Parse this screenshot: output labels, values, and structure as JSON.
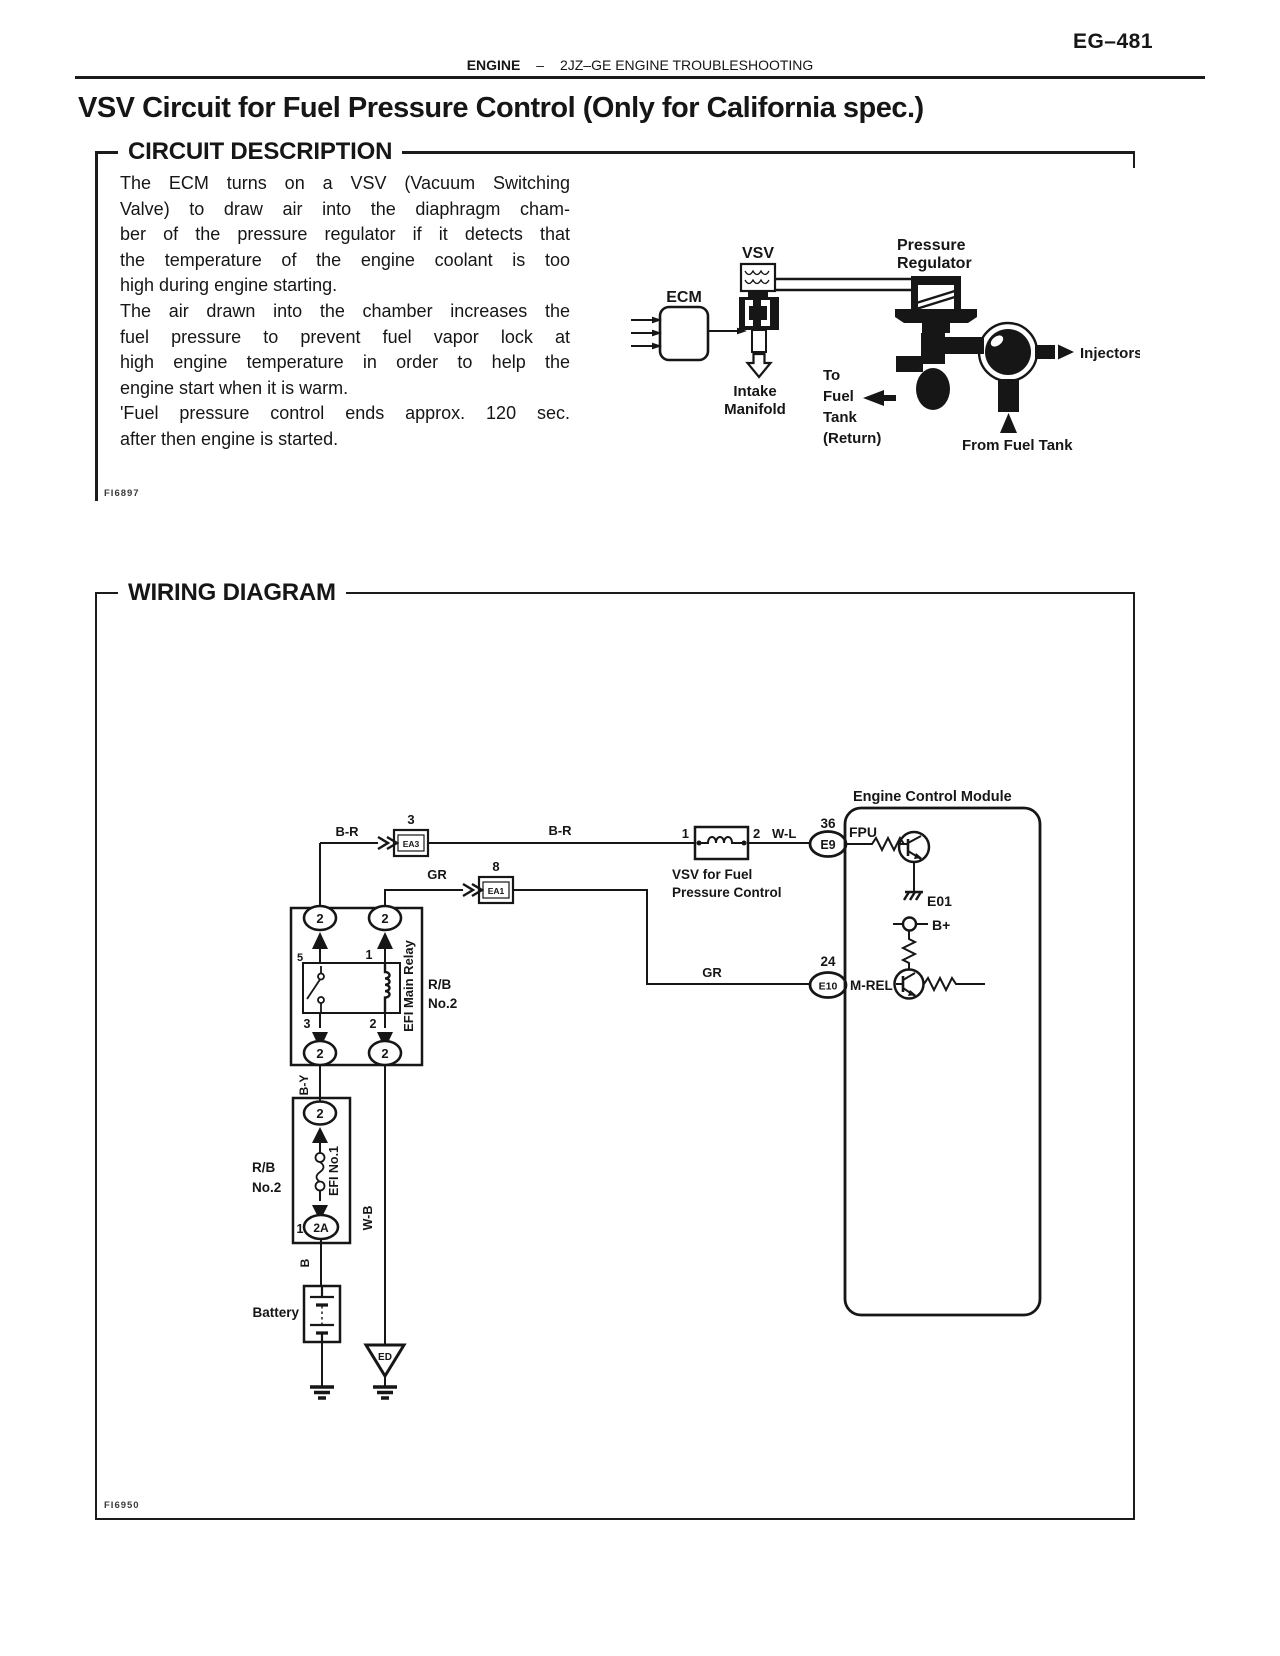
{
  "header": {
    "page_code": "EG–481",
    "section": "ENGINE",
    "separator": "–",
    "title": "2JZ–GE ENGINE TROUBLESHOOTING"
  },
  "page_title": "VSV Circuit for Fuel Pressure Control (Only for California spec.)",
  "circuit_description": {
    "heading": "CIRCUIT DESCRIPTION",
    "figure_code": "FI6897",
    "lines": [
      "The ECM turns on a VSV (Vacuum Switching",
      "Valve) to draw air into the diaphragm cham-",
      "ber of the pressure regulator if it detects that",
      "the temperature of the engine coolant is too",
      "high during engine starting.",
      "The air drawn into the chamber increases the",
      "fuel pressure to prevent fuel vapor lock at",
      "high engine temperature in order to help the",
      "engine start when it is warm.",
      "'Fuel pressure control ends approx. 120 sec.",
      "after then engine is started."
    ],
    "diagram": {
      "ecm": "ECM",
      "vsv": "VSV",
      "pressure_line1": "Pressure",
      "pressure_line2": "Regulator",
      "intake_line1": "Intake",
      "intake_line2": "Manifold",
      "to_line1": "To",
      "to_line2": "Fuel",
      "to_line3": "Tank",
      "to_line4": "(Return)",
      "injectors": "Injectors",
      "from_fuel_tank": "From Fuel Tank"
    }
  },
  "wiring": {
    "heading": "WIRING DIAGRAM",
    "figure_code": "FI6950",
    "ecm_label": "Engine Control Module",
    "wires": {
      "br1": "B-R",
      "br2": "B-R",
      "wl": "W-L",
      "gr1": "GR",
      "gr2": "GR",
      "by": "B-Y",
      "wb": "W-B",
      "b": "B"
    },
    "connectors": {
      "ea3": "EA3",
      "ea3_pin": "3",
      "ea1": "EA1",
      "ea1_pin": "8",
      "e9": "E9",
      "e9_pin": "36",
      "e10": "E10",
      "e10_pin": "24",
      "j2a": "2A",
      "j2a_pin": "1",
      "oval2": "2"
    },
    "vsv_component": {
      "pin1": "1",
      "pin2": "2",
      "label_line1": "VSV for Fuel",
      "label_line2": "Pressure Control"
    },
    "ecm_internal": {
      "fpu": "FPU",
      "e01": "E01",
      "bplus": "B+",
      "mrel": "M-REL"
    },
    "relay": {
      "name": "EFI Main Relay",
      "rb_line1": "R/B",
      "rb_line2": "No.2",
      "pin5": "5",
      "pin1": "1",
      "pin3": "3",
      "pin2": "2"
    },
    "efi1": {
      "name": "EFI No.1",
      "rb_line1": "R/B",
      "rb_line2": "No.2"
    },
    "battery_label": "Battery",
    "ground_code": "ED"
  }
}
